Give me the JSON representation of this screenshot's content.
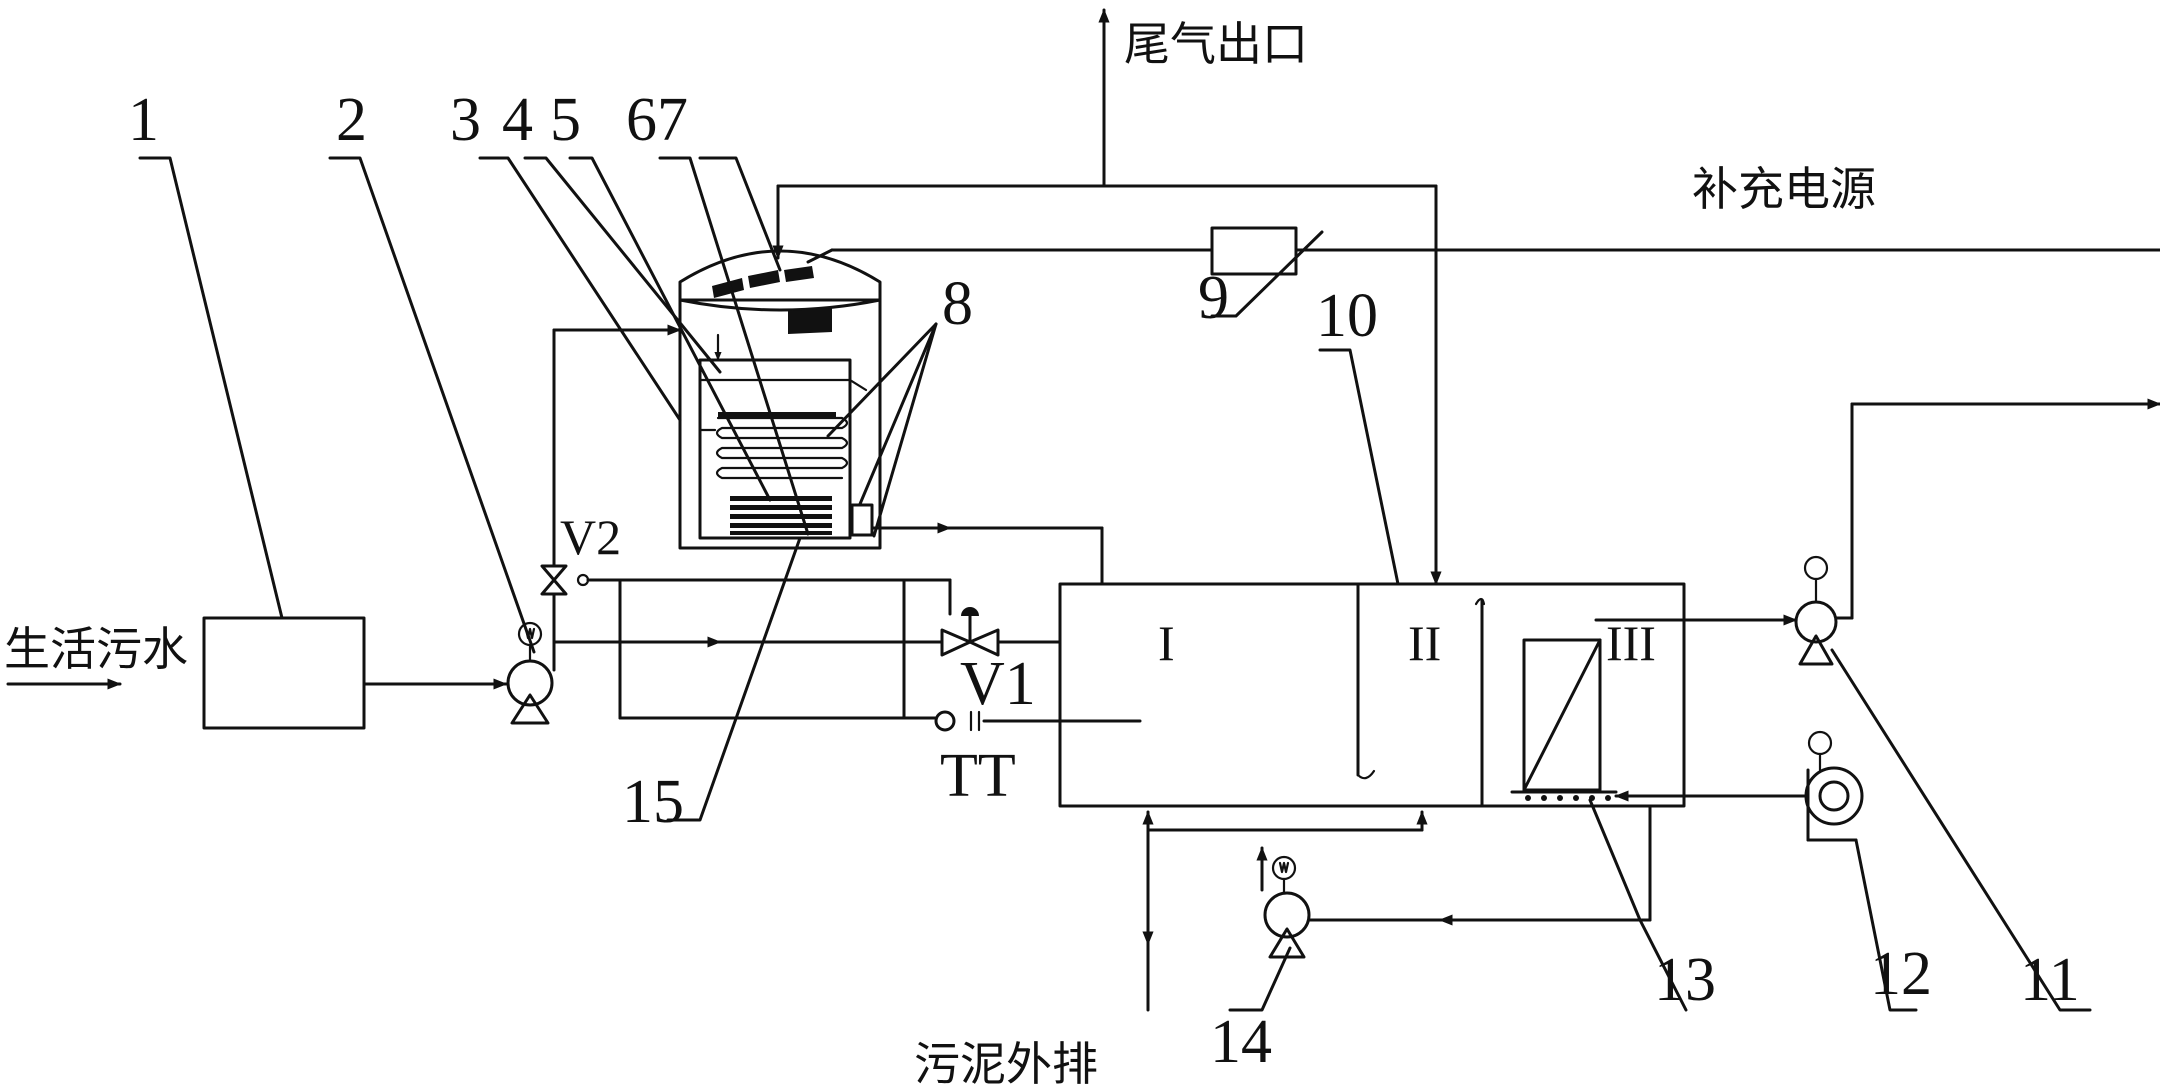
{
  "labels": {
    "raw_sewage": "生活污水",
    "exhaust_outlet": "尾气出口",
    "backup_power": "补充电源",
    "sludge_discharge": "污泥外排"
  },
  "valves": {
    "v1": "V1",
    "v2": "V2",
    "tt": "TT"
  },
  "zones": {
    "zone_1": "I",
    "zone_2": "II",
    "zone_3": "III"
  },
  "callouts": [
    "1",
    "2",
    "3",
    "4",
    "5",
    "67",
    "8",
    "9",
    "10",
    "11",
    "12",
    "13",
    "14",
    "15"
  ]
}
